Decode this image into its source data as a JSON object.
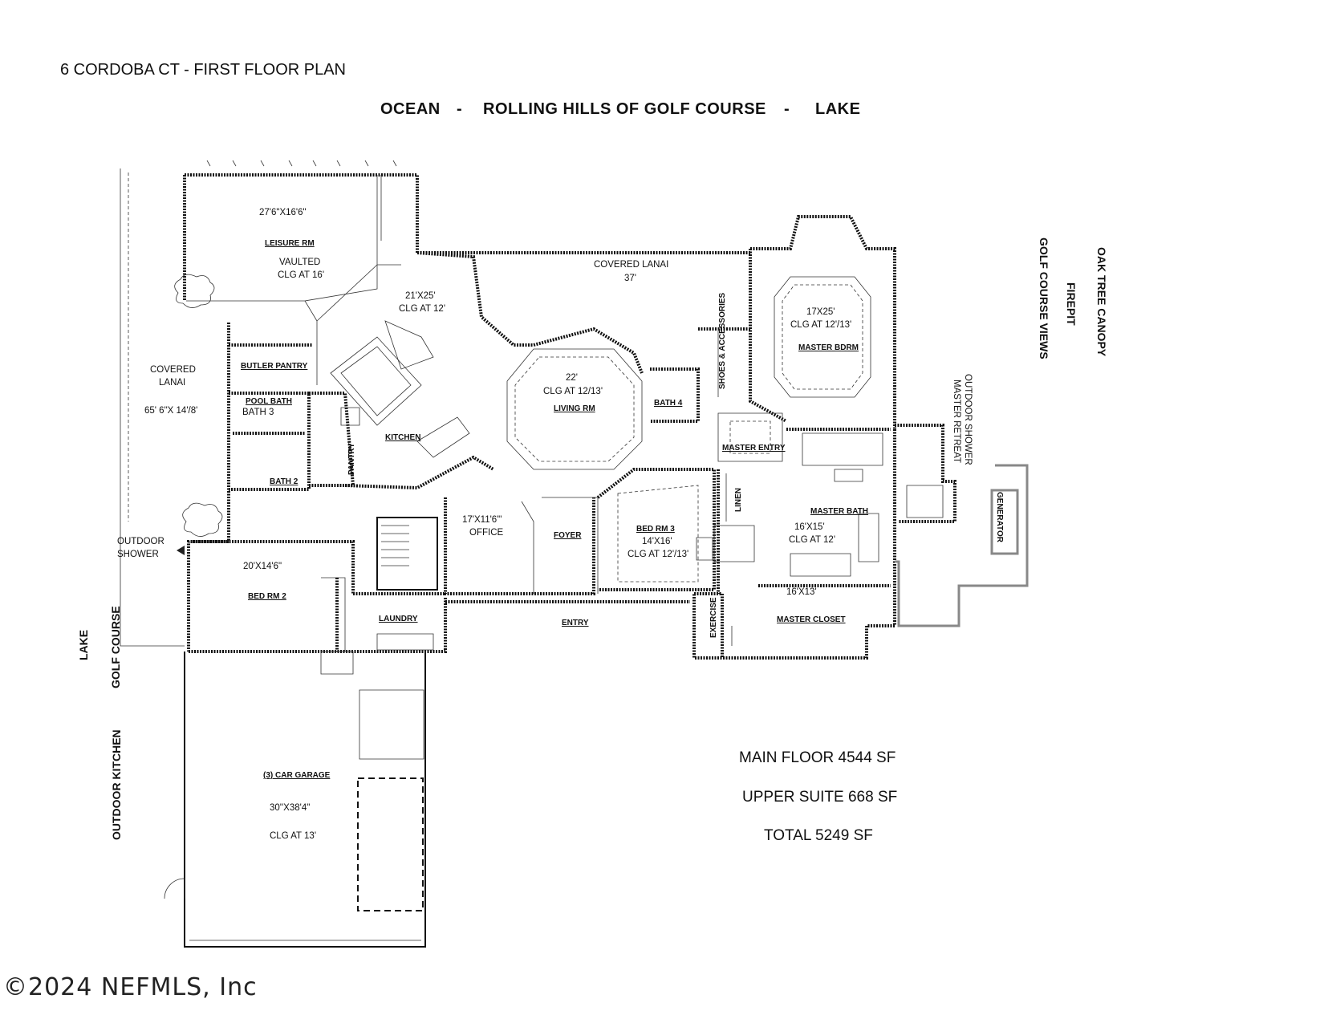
{
  "header": {
    "title": "6 CORDOBA CT  - FIRST FLOOR PLAN"
  },
  "views": {
    "top": [
      "OCEAN",
      "-",
      "ROLLING HILLS OF GOLF COURSE",
      "-",
      "LAKE"
    ],
    "right_golf": "GOLF COURSE VIEWS",
    "right_firepit": "FIREPIT",
    "right_oak": "OAK TREE CANOPY",
    "left_lake": "LAKE",
    "left_golf": "GOLF COURSE",
    "left_kitchen": "OUTDOOR KITCHEN"
  },
  "rooms": {
    "leisure": {
      "dim": "27'6\"X16'6\"",
      "name": "LEISURE RM",
      "note1": "VAULTED",
      "note2": "CLG AT 16'"
    },
    "covered_lanai_top": {
      "name": "COVERED LANAI",
      "dim": "37'"
    },
    "kitchen_area": {
      "dim": "21'X25'",
      "clg": "CLG AT 12'"
    },
    "kitchen": {
      "name": "KITCHEN"
    },
    "living": {
      "dim": "22'",
      "clg": "CLG AT 12/13'",
      "name": "LIVING RM"
    },
    "master_bdrm": {
      "dim": "17X25'",
      "clg": "CLG AT 12'/13'",
      "name": "MASTER BDRM"
    },
    "covered_lanai_left": {
      "name1": "COVERED",
      "name2": "LANAI",
      "dim": "65' 6\"X 14'/8'"
    },
    "butler": {
      "name": "BUTLER PANTRY"
    },
    "pool_bath": {
      "name": "POOL BATH",
      "alt": "BATH 3"
    },
    "bath2": {
      "name": "BATH 2"
    },
    "pantry": {
      "name": "PANTRY"
    },
    "bath4": {
      "name": "BATH 4"
    },
    "shoes": {
      "name": "SHOES & ACCESSORIES"
    },
    "master_entry": {
      "name": "MASTER ENTRY"
    },
    "office": {
      "dim": "17'X11'6\"'",
      "name": "OFFICE"
    },
    "foyer": {
      "name": "FOYER"
    },
    "bed3": {
      "name": "BED RM 3",
      "dim": "14'X16'",
      "clg": "CLG AT 12'/13'"
    },
    "linen": {
      "name": "LINEN"
    },
    "master_bath": {
      "name": "MASTER BATH",
      "dim": "16'X15'",
      "clg": "CLG AT 12'"
    },
    "master_closet": {
      "dim": "16'X13'",
      "name": "MASTER CLOSET"
    },
    "exercise": {
      "name": "EXERCISE"
    },
    "entry": {
      "name": "ENTRY"
    },
    "laundry": {
      "name": "LAUNDRY"
    },
    "bed2": {
      "dim": "20'X14'6\"",
      "name": "BED RM 2"
    },
    "outdoor_shower_left": {
      "line1": "OUTDOOR",
      "line2": "SHOWER"
    },
    "outdoor_shower_right": "OUTDOOR SHOWER",
    "master_retreat": "MASTER RETREAT",
    "generator": "GENERATOR",
    "garage": {
      "name": "(3) CAR GARAGE",
      "dim": "30''X38'4\"",
      "clg": "CLG AT 13'"
    }
  },
  "sqft": {
    "main": "MAIN FLOOR 4544 SF",
    "upper": "UPPER SUITE 668 SF",
    "total": "TOTAL 5249 SF"
  },
  "copyright": "©2024 NEFMLS, Inc"
}
